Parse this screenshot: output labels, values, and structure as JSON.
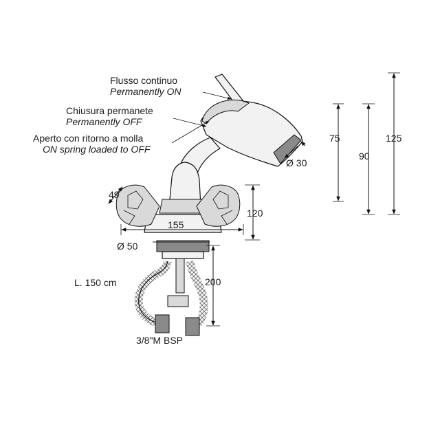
{
  "labels": {
    "flusso_it": "Flusso continuo",
    "flusso_en": "Permanently ON",
    "chiusura_it": "Chiusura permanete",
    "chiusura_en": "Permanently OFF",
    "aperto_it": "Aperto con ritorno a molla",
    "aperto_en": "ON spring loaded to OFF",
    "hose_length": "L. 150 cm",
    "thread": "3/8\"M BSP"
  },
  "dimensions": {
    "d75": "75",
    "d90": "90",
    "d125": "125",
    "d30": "Ø 30",
    "d49": "49",
    "d120": "120",
    "d155": "155",
    "d50": "Ø 50",
    "d200": "200"
  }
}
